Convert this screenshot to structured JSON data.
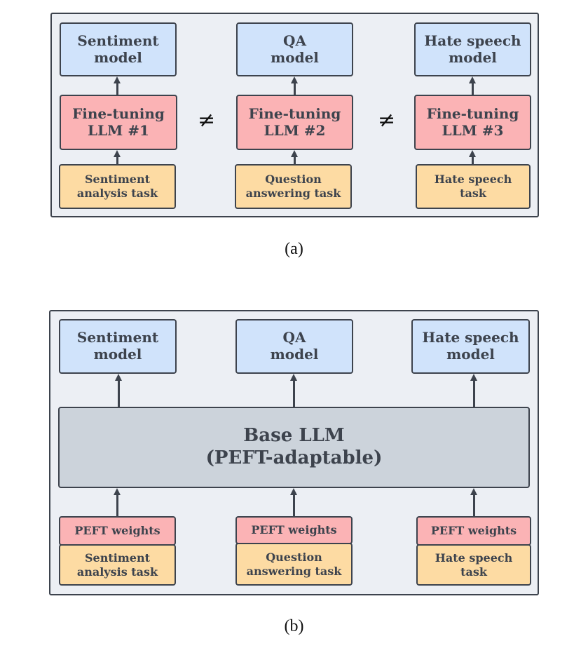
{
  "panel_a": {
    "caption": "(a)",
    "columns": [
      {
        "model": "Sentiment\nmodel",
        "finetune": "Fine-tuning\nLLM #1",
        "task": "Sentiment\nanalysis task"
      },
      {
        "model": "QA\nmodel",
        "finetune": "Fine-tuning\nLLM #2",
        "task": "Question\nanswering task"
      },
      {
        "model": "Hate speech\nmodel",
        "finetune": "Fine-tuning\nLLM #3",
        "task": "Hate speech\ntask"
      }
    ],
    "separator": "≠"
  },
  "panel_b": {
    "caption": "(b)",
    "base": "Base LLM\n(PEFT-adaptable)",
    "columns": [
      {
        "model": "Sentiment\nmodel",
        "weights": "PEFT weights",
        "task": "Sentiment\nanalysis task"
      },
      {
        "model": "QA\nmodel",
        "weights": "PEFT weights",
        "task": "Question\nanswering task"
      },
      {
        "model": "Hate speech\nmodel",
        "weights": "PEFT weights",
        "task": "Hate speech\ntask"
      }
    ]
  },
  "colors": {
    "model": "#d0e3fb",
    "finetune": "#fbb3b5",
    "task": "#fddba3",
    "base": "#ccd3db",
    "panel": "#eceff4",
    "stroke": "#3d434d"
  }
}
